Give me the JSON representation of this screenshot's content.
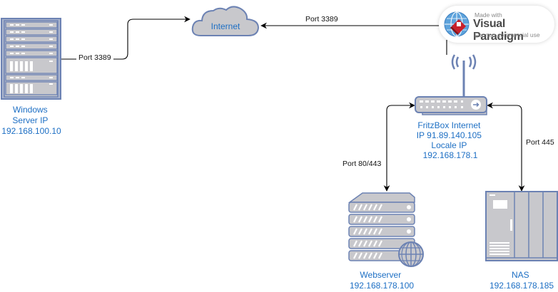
{
  "diagram": {
    "nodes": {
      "windows_server": {
        "lines": [
          "Windows",
          "Server IP",
          "192.168.100.10"
        ]
      },
      "internet": {
        "label": "Internet"
      },
      "fritzbox": {
        "lines": [
          "FritzBox Internet",
          "IP 91.89.140.105",
          "Locale IP",
          "192.168.178.1"
        ]
      },
      "webserver": {
        "lines": [
          "Webserver",
          "192.168.178.100"
        ]
      },
      "nas": {
        "lines": [
          "NAS",
          "192.168.178.185"
        ]
      }
    },
    "edges": {
      "windows_to_internet": {
        "label": "Port 3389"
      },
      "fritzbox_to_internet": {
        "label": "Port 3389"
      },
      "fritzbox_webserver": {
        "label": "Port 80/443"
      },
      "fritzbox_nas": {
        "label": "Port 445"
      }
    }
  },
  "watermark": {
    "small": "Made with",
    "brand": "Visual Paradigm",
    "sub": "For non-commercial use"
  },
  "colors": {
    "device_fill": "#c8c8cc",
    "device_stroke": "#6c82b3",
    "label_blue": "#1d6fc4",
    "edge": "#000000"
  }
}
